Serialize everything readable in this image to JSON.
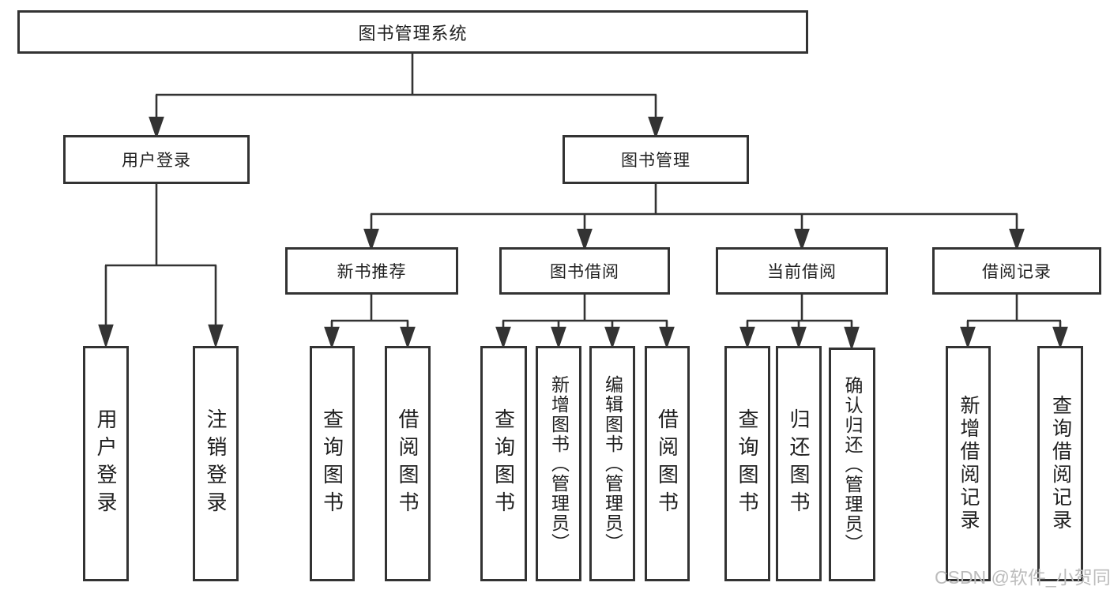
{
  "root": {
    "label": "图书管理系统"
  },
  "branches": [
    {
      "label": "用户登录",
      "children": [
        {
          "label": "用户登录"
        },
        {
          "label": "注销登录"
        }
      ]
    },
    {
      "label": "图书管理",
      "children": [
        {
          "label": "新书推荐",
          "children": [
            {
              "label": "查询图书"
            },
            {
              "label": "借阅图书"
            }
          ]
        },
        {
          "label": "图书借阅",
          "children": [
            {
              "label": "查询图书"
            },
            {
              "label": "新增图书（管理员）"
            },
            {
              "label": "编辑图书（管理员）"
            },
            {
              "label": "借阅图书"
            }
          ]
        },
        {
          "label": "当前借阅",
          "children": [
            {
              "label": "查询图书"
            },
            {
              "label": "归还图书"
            },
            {
              "label": "确认归还（管理员）"
            }
          ]
        },
        {
          "label": "借阅记录",
          "children": [
            {
              "label": "新增借阅记录"
            },
            {
              "label": "查询借阅记录"
            }
          ]
        }
      ]
    }
  ],
  "watermark": {
    "text": "CSDN @软件_小贺同学"
  },
  "colors": {
    "line": "#333333",
    "box_border": "#333333",
    "text": "#1f1f1f",
    "background": "#ffffff",
    "watermark": "#bcbcbc"
  }
}
